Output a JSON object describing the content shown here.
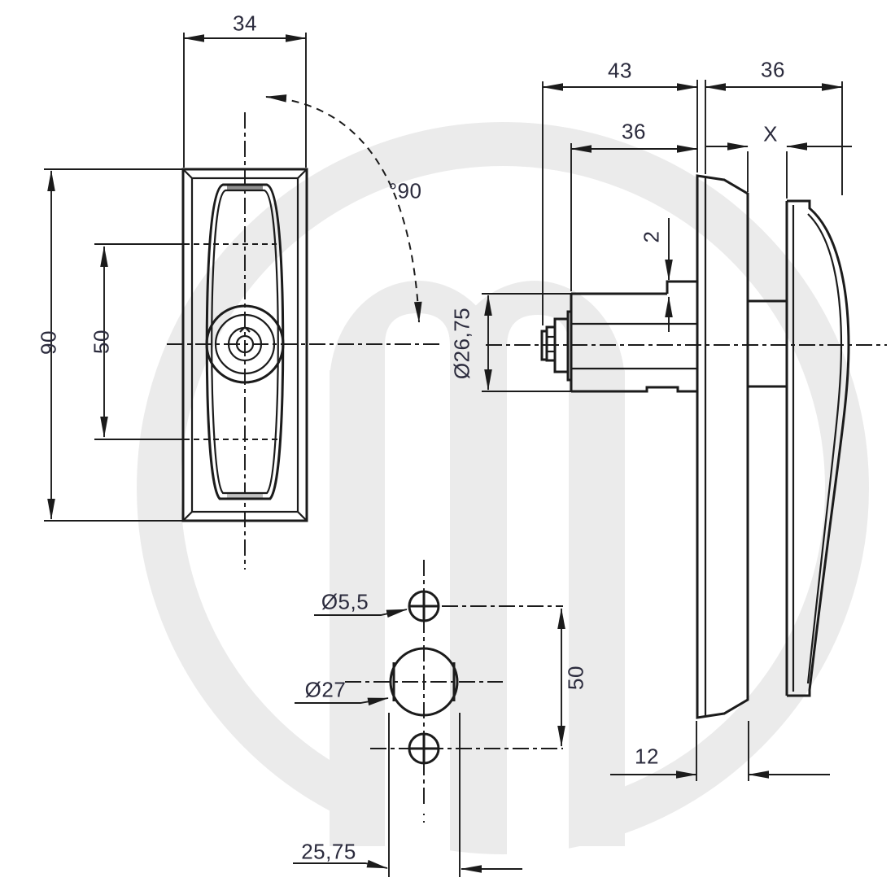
{
  "front_view": {
    "width": "34",
    "height": "90",
    "handle_centres": "50",
    "rotation_angle": "°90"
  },
  "side_view": {
    "overall_depth": "43",
    "handle_depth": "36",
    "body_length": "36",
    "panel_thickness": "X",
    "cam_step": "2",
    "barrel_diameter": "Ø26,75",
    "plate_thickness": "12"
  },
  "drill_template": {
    "screw_hole": "Ø5,5",
    "cylinder_hole": "Ø27",
    "hole_centres": "50",
    "hole_offset": "25,75"
  },
  "colors": {
    "line": "#1b1b1b",
    "label": "#2b2b3d",
    "watermark": "#ebebeb"
  }
}
